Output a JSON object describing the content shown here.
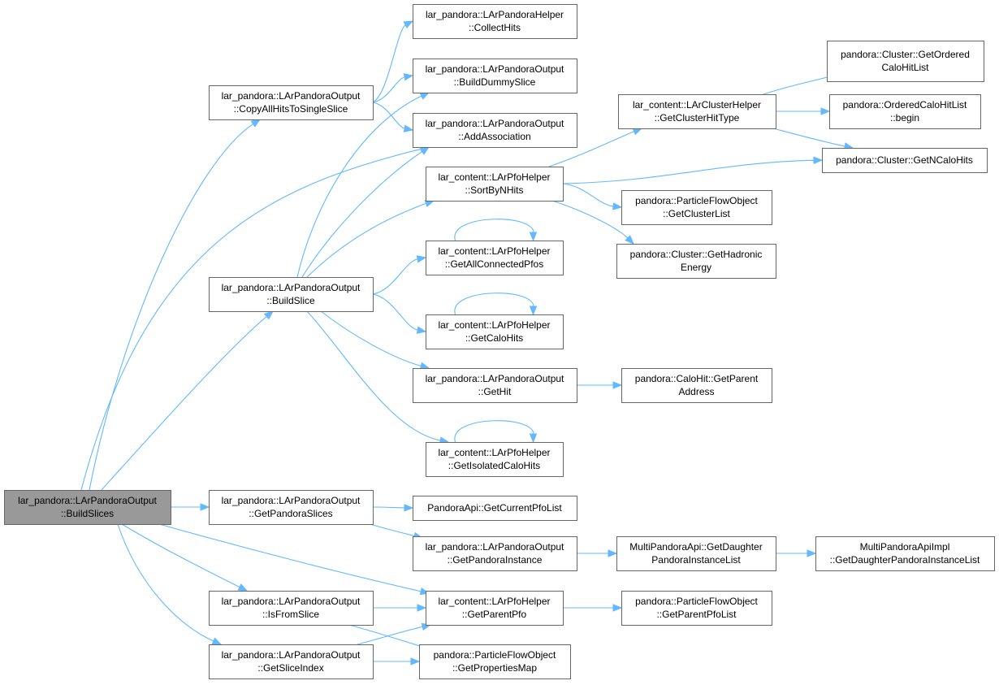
{
  "colors": {
    "edge": "#63b8ff",
    "node_border": "#666666",
    "node_fill": "#ffffff",
    "root_fill": "#999999",
    "background": "#ffffff"
  },
  "nodes": [
    {
      "id": "n_buildslices",
      "lines": [
        "lar_pandora::LArPandoraOutput",
        "::BuildSlices"
      ],
      "root": true
    },
    {
      "id": "n_copyall",
      "lines": [
        "lar_pandora::LArPandoraOutput",
        "::CopyAllHitsToSingleSlice"
      ]
    },
    {
      "id": "n_buildslice",
      "lines": [
        "lar_pandora::LArPandoraOutput",
        "::BuildSlice"
      ]
    },
    {
      "id": "n_getpandoraslices",
      "lines": [
        "lar_pandora::LArPandoraOutput",
        "::GetPandoraSlices"
      ]
    },
    {
      "id": "n_isfromslice",
      "lines": [
        "lar_pandora::LArPandoraOutput",
        "::IsFromSlice"
      ]
    },
    {
      "id": "n_getsliceindex",
      "lines": [
        "lar_pandora::LArPandoraOutput",
        "::GetSliceIndex"
      ]
    },
    {
      "id": "n_collecthits",
      "lines": [
        "lar_pandora::LArPandoraHelper",
        "::CollectHits"
      ]
    },
    {
      "id": "n_builddummy",
      "lines": [
        "lar_pandora::LArPandoraOutput",
        "::BuildDummySlice"
      ]
    },
    {
      "id": "n_addassoc",
      "lines": [
        "lar_pandora::LArPandoraOutput",
        "::AddAssociation"
      ]
    },
    {
      "id": "n_sortbynhits",
      "lines": [
        "lar_content::LArPfoHelper",
        "::SortByNHits"
      ]
    },
    {
      "id": "n_getallconnected",
      "lines": [
        "lar_content::LArPfoHelper",
        "::GetAllConnectedPfos"
      ]
    },
    {
      "id": "n_getcalohits",
      "lines": [
        "lar_content::LArPfoHelper",
        "::GetCaloHits"
      ]
    },
    {
      "id": "n_gethit",
      "lines": [
        "lar_pandora::LArPandoraOutput",
        "::GetHit"
      ]
    },
    {
      "id": "n_getisolated",
      "lines": [
        "lar_content::LArPfoHelper",
        "::GetIsolatedCaloHits"
      ]
    },
    {
      "id": "n_getcurrentpfolist",
      "lines": [
        "PandoraApi::GetCurrentPfoList"
      ]
    },
    {
      "id": "n_getpandorainstance",
      "lines": [
        "lar_pandora::LArPandoraOutput",
        "::GetPandoraInstance"
      ]
    },
    {
      "id": "n_getparentpfo",
      "lines": [
        "lar_content::LArPfoHelper",
        "::GetParentPfo"
      ]
    },
    {
      "id": "n_getpropertiesmap",
      "lines": [
        "pandora::ParticleFlowObject",
        "::GetPropertiesMap"
      ]
    },
    {
      "id": "n_getclusterhittype",
      "lines": [
        "lar_content::LArClusterHelper",
        "::GetClusterHitType"
      ]
    },
    {
      "id": "n_getclusterlist",
      "lines": [
        "pandora::ParticleFlowObject",
        "::GetClusterList"
      ]
    },
    {
      "id": "n_gethadronic",
      "lines": [
        "pandora::Cluster::GetHadronic",
        "Energy"
      ]
    },
    {
      "id": "n_getparentaddress",
      "lines": [
        "pandora::CaloHit::GetParent",
        "Address"
      ]
    },
    {
      "id": "n_getdaughterlist",
      "lines": [
        "MultiPandoraApi::GetDaughter",
        "PandoraInstanceList"
      ]
    },
    {
      "id": "n_getparentpfolist",
      "lines": [
        "pandora::ParticleFlowObject",
        "::GetParentPfoList"
      ]
    },
    {
      "id": "n_getorderedcalohitlist",
      "lines": [
        "pandora::Cluster::GetOrdered",
        "CaloHitList"
      ]
    },
    {
      "id": "n_orderedbegin",
      "lines": [
        "pandora::OrderedCaloHitList",
        "::begin"
      ]
    },
    {
      "id": "n_getncalohits",
      "lines": [
        "pandora::Cluster::GetNCaloHits"
      ]
    },
    {
      "id": "n_getdaughterimpl",
      "lines": [
        "MultiPandoraApiImpl",
        "::GetDaughterPandoraInstanceList"
      ]
    }
  ],
  "edges": [
    [
      "n_buildslices",
      "n_copyall"
    ],
    [
      "n_buildslices",
      "n_addassoc"
    ],
    [
      "n_buildslices",
      "n_buildslice"
    ],
    [
      "n_buildslices",
      "n_getpandoraslices"
    ],
    [
      "n_buildslices",
      "n_getparentpfo"
    ],
    [
      "n_buildslices",
      "n_isfromslice"
    ],
    [
      "n_buildslices",
      "n_getsliceindex"
    ],
    [
      "n_copyall",
      "n_collecthits"
    ],
    [
      "n_copyall",
      "n_builddummy"
    ],
    [
      "n_copyall",
      "n_addassoc"
    ],
    [
      "n_buildslice",
      "n_builddummy"
    ],
    [
      "n_buildslice",
      "n_addassoc"
    ],
    [
      "n_buildslice",
      "n_sortbynhits"
    ],
    [
      "n_buildslice",
      "n_getallconnected"
    ],
    [
      "n_buildslice",
      "n_getcalohits"
    ],
    [
      "n_buildslice",
      "n_gethit"
    ],
    [
      "n_buildslice",
      "n_getisolated"
    ],
    [
      "n_sortbynhits",
      "n_getclusterhittype"
    ],
    [
      "n_sortbynhits",
      "n_getncalohits"
    ],
    [
      "n_sortbynhits",
      "n_getclusterlist"
    ],
    [
      "n_sortbynhits",
      "n_gethadronic"
    ],
    [
      "n_getclusterhittype",
      "n_getorderedcalohitlist"
    ],
    [
      "n_getclusterhittype",
      "n_orderedbegin"
    ],
    [
      "n_getclusterhittype",
      "n_getncalohits"
    ],
    [
      "n_getallconnected",
      "n_getallconnected"
    ],
    [
      "n_getcalohits",
      "n_getcalohits"
    ],
    [
      "n_getisolated",
      "n_getisolated"
    ],
    [
      "n_gethit",
      "n_getparentaddress"
    ],
    [
      "n_getpandoraslices",
      "n_getcurrentpfolist"
    ],
    [
      "n_getpandoraslices",
      "n_getpandorainstance"
    ],
    [
      "n_getpandorainstance",
      "n_getdaughterlist"
    ],
    [
      "n_getdaughterlist",
      "n_getdaughterimpl"
    ],
    [
      "n_isfromslice",
      "n_getparentpfo"
    ],
    [
      "n_isfromslice",
      "n_getpropertiesmap"
    ],
    [
      "n_getsliceindex",
      "n_getparentpfo"
    ],
    [
      "n_getsliceindex",
      "n_getpropertiesmap"
    ],
    [
      "n_getparentpfo",
      "n_getparentpfolist"
    ]
  ]
}
